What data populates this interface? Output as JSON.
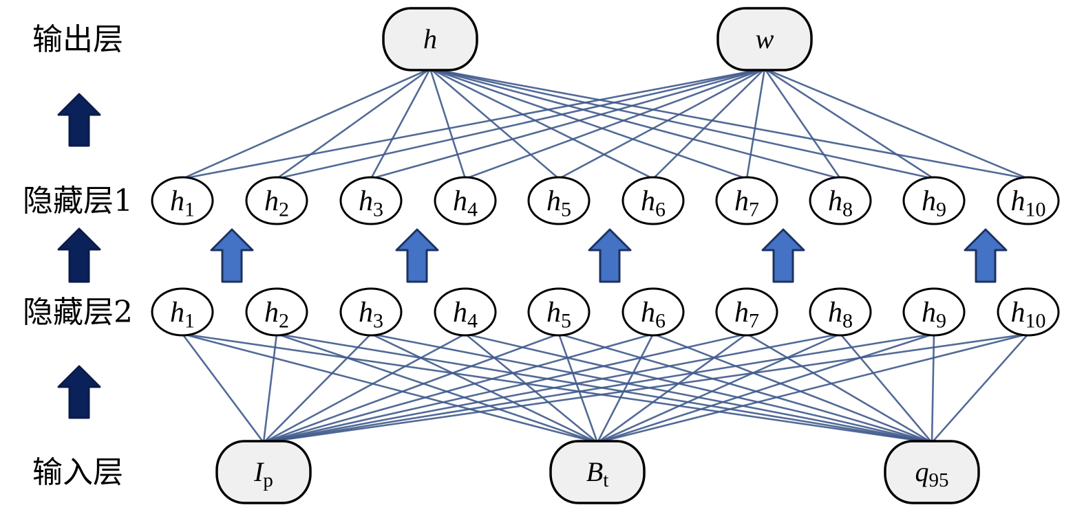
{
  "diagram": {
    "title": "",
    "layer_labels": {
      "output": "输出层",
      "hidden1": "隐藏层1",
      "hidden2": "隐藏层2",
      "input": "输入层"
    },
    "layers": {
      "output": [
        {
          "id": "out_h",
          "symbol": "h",
          "subscript": ""
        },
        {
          "id": "out_w",
          "symbol": "w",
          "subscript": ""
        }
      ],
      "hidden1": [
        {
          "id": "h1_1",
          "symbol": "h",
          "subscript": "1"
        },
        {
          "id": "h1_2",
          "symbol": "h",
          "subscript": "2"
        },
        {
          "id": "h1_3",
          "symbol": "h",
          "subscript": "3"
        },
        {
          "id": "h1_4",
          "symbol": "h",
          "subscript": "4"
        },
        {
          "id": "h1_5",
          "symbol": "h",
          "subscript": "5"
        },
        {
          "id": "h1_6",
          "symbol": "h",
          "subscript": "6"
        },
        {
          "id": "h1_7",
          "symbol": "h",
          "subscript": "7"
        },
        {
          "id": "h1_8",
          "symbol": "h",
          "subscript": "8"
        },
        {
          "id": "h1_9",
          "symbol": "h",
          "subscript": "9"
        },
        {
          "id": "h1_10",
          "symbol": "h",
          "subscript": "10"
        }
      ],
      "hidden2": [
        {
          "id": "h2_1",
          "symbol": "h",
          "subscript": "1"
        },
        {
          "id": "h2_2",
          "symbol": "h",
          "subscript": "2"
        },
        {
          "id": "h2_3",
          "symbol": "h",
          "subscript": "3"
        },
        {
          "id": "h2_4",
          "symbol": "h",
          "subscript": "4"
        },
        {
          "id": "h2_5",
          "symbol": "h",
          "subscript": "5"
        },
        {
          "id": "h2_6",
          "symbol": "h",
          "subscript": "6"
        },
        {
          "id": "h2_7",
          "symbol": "h",
          "subscript": "7"
        },
        {
          "id": "h2_8",
          "symbol": "h",
          "subscript": "8"
        },
        {
          "id": "h2_9",
          "symbol": "h",
          "subscript": "9"
        },
        {
          "id": "h2_10",
          "symbol": "h",
          "subscript": "10"
        }
      ],
      "input": [
        {
          "id": "in_Ip",
          "symbol": "I",
          "subscript": "p"
        },
        {
          "id": "in_Bt",
          "symbol": "B",
          "subscript": "t"
        },
        {
          "id": "in_q95",
          "symbol": "q",
          "subscript": "95"
        }
      ]
    },
    "connections": {
      "input_to_hidden2": "fully-connected",
      "hidden1_to_output": "fully-connected",
      "hidden2_to_hidden1": "block-arrows"
    },
    "colors": {
      "edge": "#3f5a8c",
      "node_fill_io": "#f0f0f0",
      "node_fill_hidden": "#ffffff",
      "node_stroke": "#000000",
      "side_arrow_fill": "#0b2159",
      "mid_arrow_fill": "#4472c4",
      "mid_arrow_stroke": "#1c3260"
    }
  }
}
